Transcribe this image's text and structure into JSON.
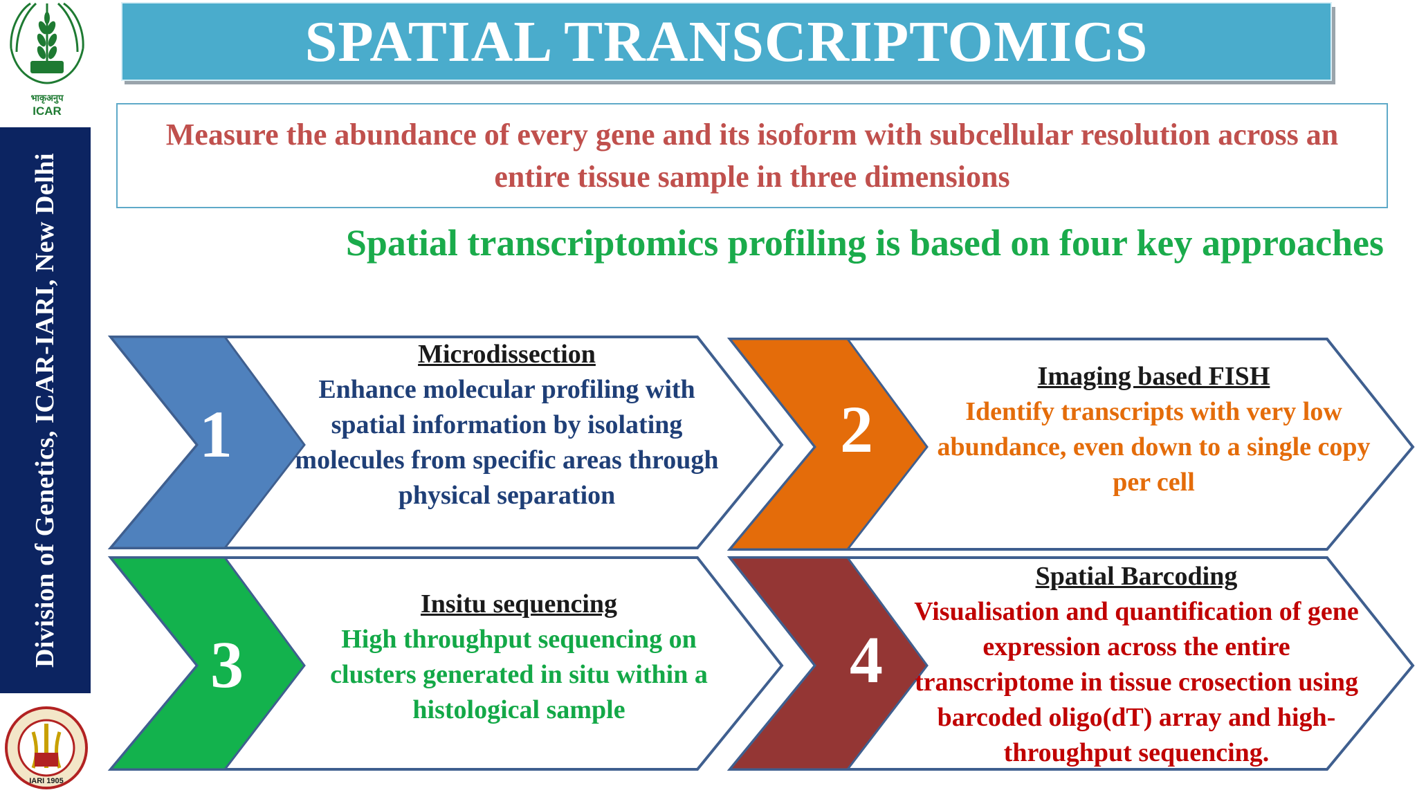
{
  "logos": {
    "top": {
      "name": "ICAR logo",
      "caption_hindi": "भाकृअनुप",
      "caption": "ICAR"
    },
    "bottom": {
      "name": "IARI logo",
      "caption": "IARI 1905"
    }
  },
  "sidebar": {
    "text": "Division of Genetics, ICAR-IARI, New Delhi"
  },
  "title": "SPATIAL TRANSCRIPTOMICS",
  "definition": "Measure the abundance of every gene and its isoform with subcellular resolution across an entire tissue sample in three dimensions",
  "subheading": "Spatial transcriptomics profiling is based on four key approaches",
  "approaches": [
    {
      "number": "1",
      "heading": "Microdissection",
      "body": "Enhance molecular profiling with spatial information by isolating molecules from specific areas through physical separation",
      "color": "#4f81bd",
      "text_color": "#1f3f77"
    },
    {
      "number": "2",
      "heading": "Imaging based FISH",
      "body": "Identify transcripts with very low abundance, even down to a single copy per cell",
      "color": "#e46c0a",
      "text_color": "#e46c0a"
    },
    {
      "number": "3",
      "heading": "Insitu sequencing",
      "body": "High throughput sequencing on clusters generated in situ within a histological sample",
      "color": "#13b24d",
      "text_color": "#13a847"
    },
    {
      "number": "4",
      "heading": "Spatial Barcoding",
      "body": "Visualisation and quantification of gene expression across the entire transcriptome in tissue crosection using barcoded oligo(dT) array and high-throughput sequencing.",
      "color": "#943634",
      "text_color": "#c00000"
    }
  ],
  "colors": {
    "banner": "#4aaccc",
    "sidebar": "#0c2461",
    "outline": "#3f5f8f",
    "definition_text": "#c0504d",
    "subheading_text": "#1aab4b"
  }
}
